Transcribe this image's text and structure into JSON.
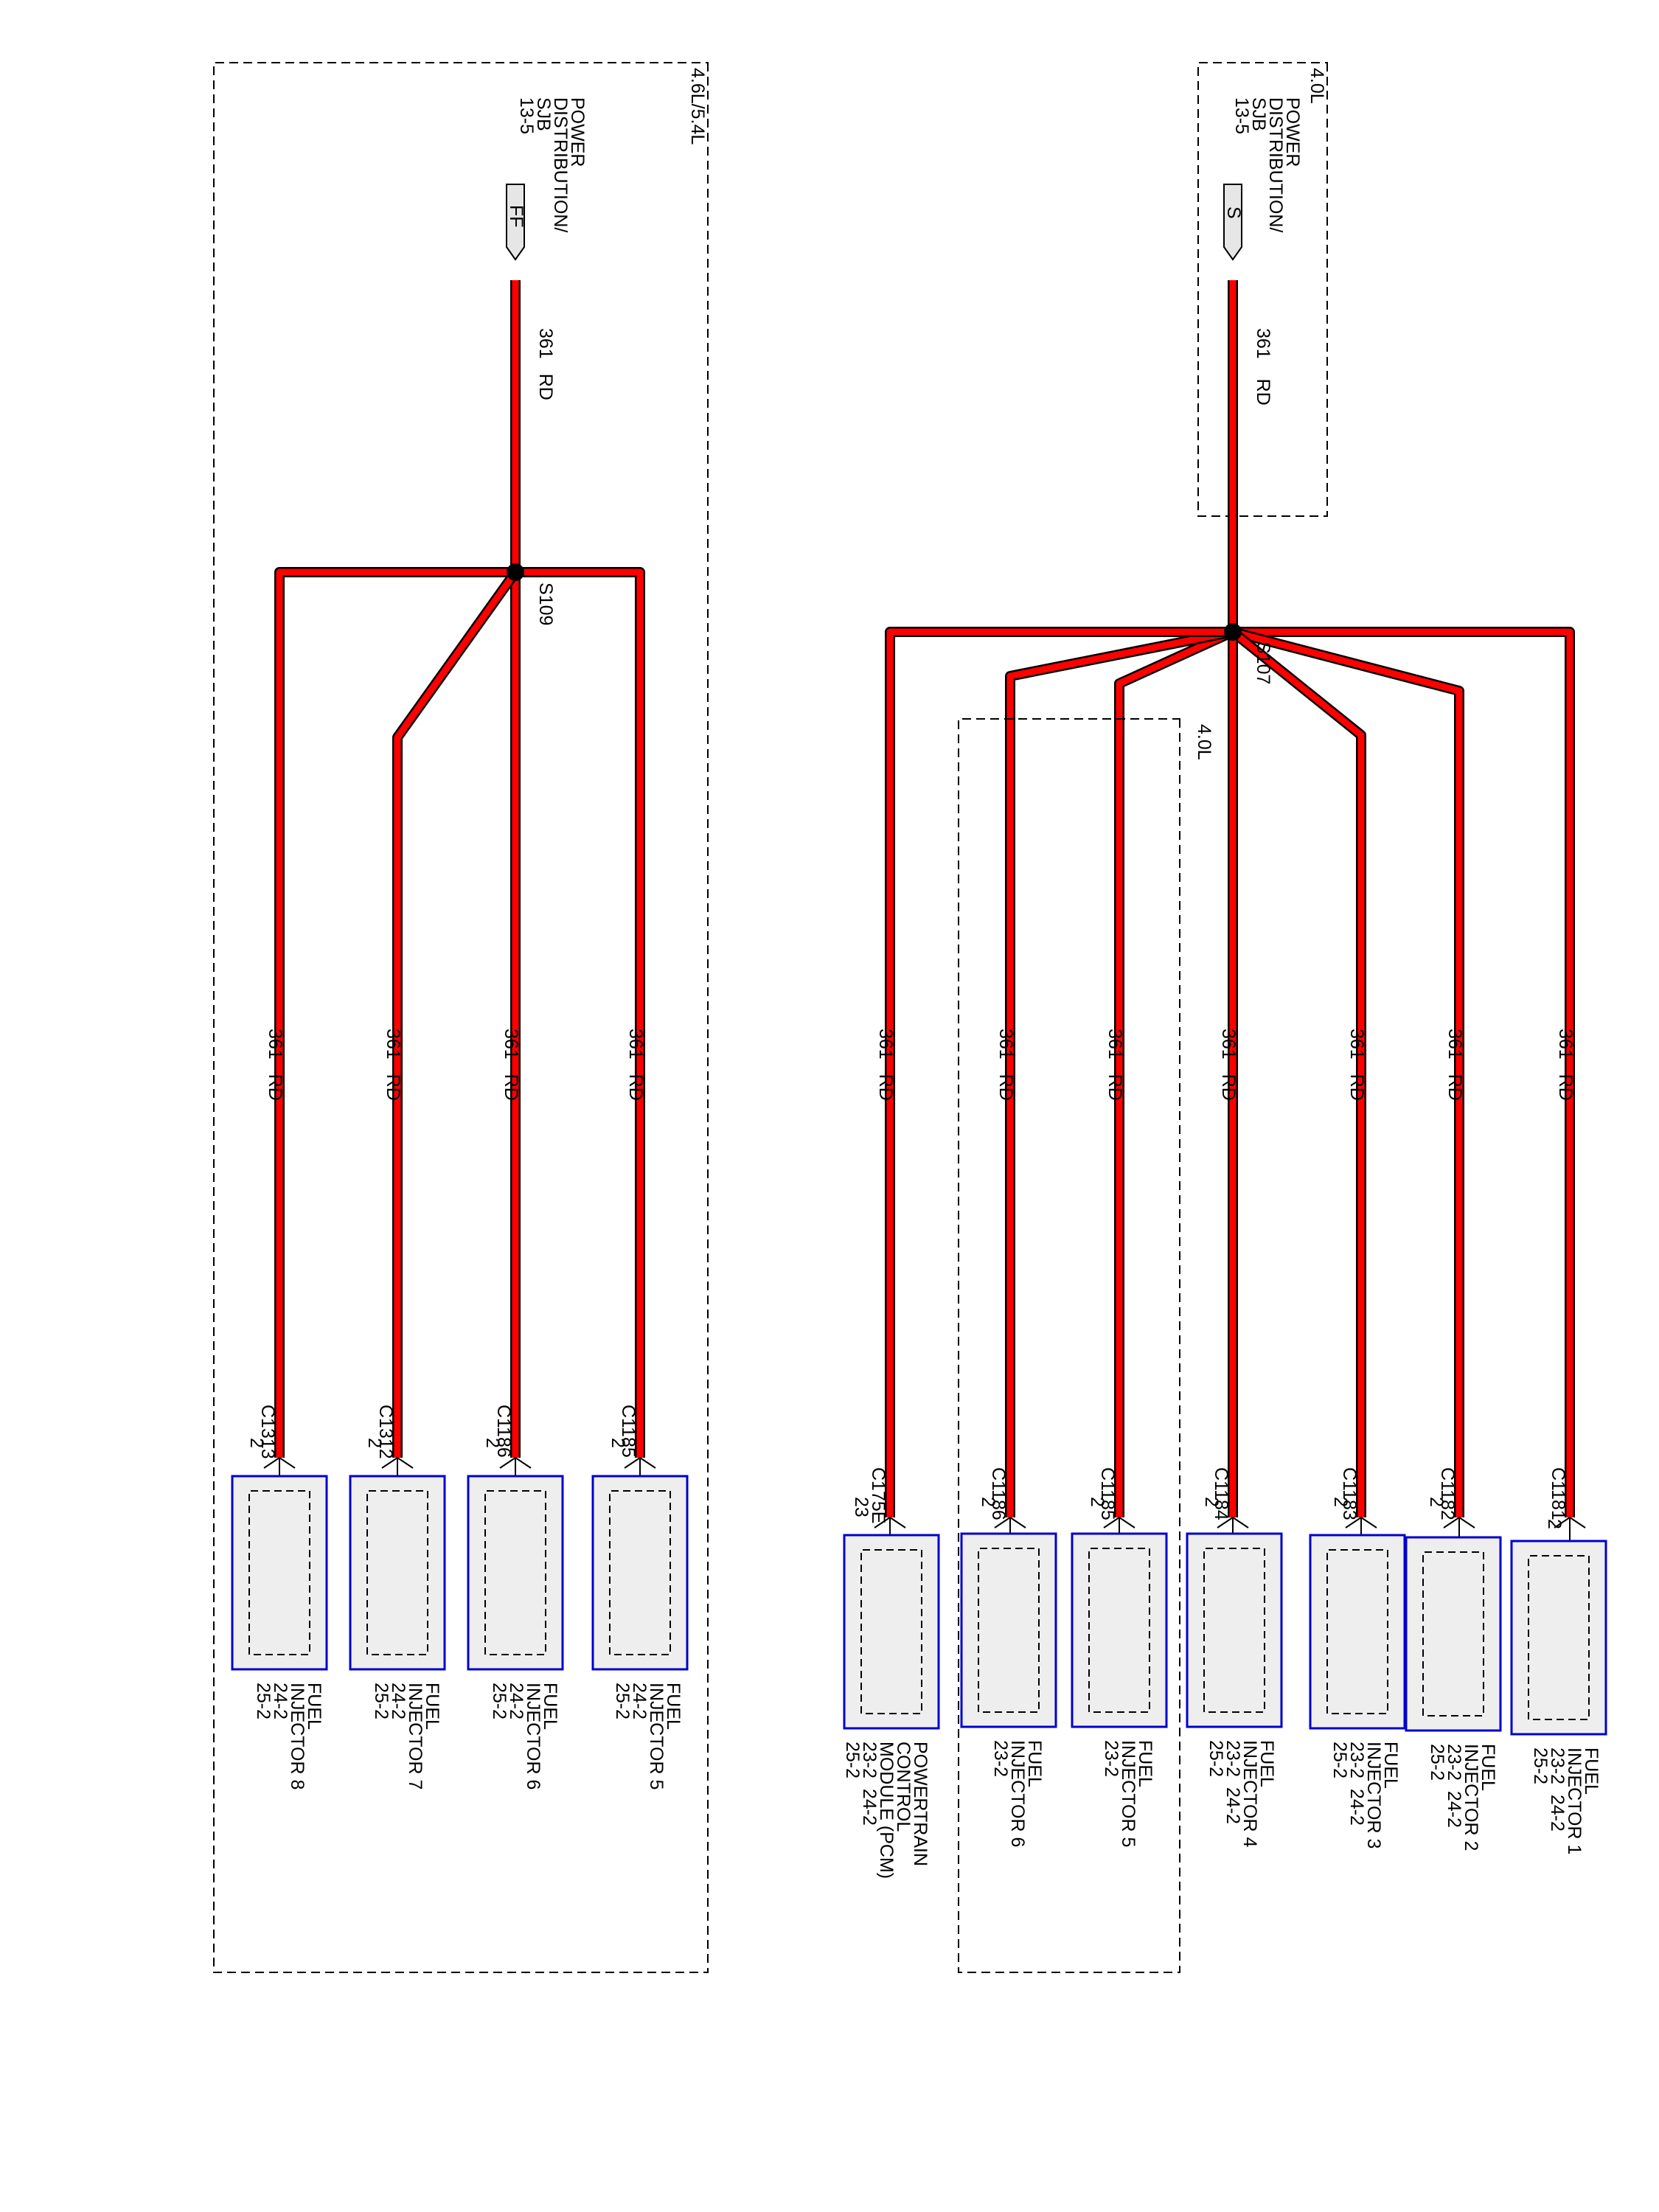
{
  "colors": {
    "wire": "#ff0000",
    "wire_outline": "#000000",
    "component_border": "#0000cc",
    "component_fill": "#eeeeee"
  },
  "wire_label": {
    "circuit": "361",
    "color_code": "RD"
  },
  "section_40": {
    "label": "4.0L",
    "source": {
      "pin": "S",
      "lines": [
        "POWER",
        "DISTRIBUTION/",
        "SJB",
        "13-5"
      ]
    },
    "splice": "S107",
    "inner_box_label": "4.0L",
    "branches": [
      {
        "connector": "C1181",
        "pin": "2",
        "lines": [
          "FUEL",
          "INJECTOR 1",
          "23-2  24-2",
          "25-2"
        ]
      },
      {
        "connector": "C1182",
        "pin": "2",
        "lines": [
          "FUEL",
          "INJECTOR 2",
          "23-2  24-2",
          "25-2"
        ]
      },
      {
        "connector": "C1183",
        "pin": "2",
        "lines": [
          "FUEL",
          "INJECTOR 3",
          "23-2  24-2",
          "25-2"
        ]
      },
      {
        "connector": "C1184",
        "pin": "2",
        "lines": [
          "FUEL",
          "INJECTOR 4",
          "23-2  24-2",
          "25-2"
        ]
      },
      {
        "connector": "C1185",
        "pin": "2",
        "lines": [
          "FUEL",
          "INJECTOR 5",
          "23-2"
        ]
      },
      {
        "connector": "C1186",
        "pin": "2",
        "lines": [
          "FUEL",
          "INJECTOR 6",
          "23-2"
        ]
      },
      {
        "connector": "C175E",
        "pin": "23",
        "lines": [
          "POWERTRAIN",
          "CONTROL",
          "MODULE (PCM)",
          "23-2  24-2",
          "25-2"
        ]
      }
    ]
  },
  "section_46": {
    "label": "4.6L/5.4L",
    "source": {
      "pin": "FF",
      "lines": [
        "POWER",
        "DISTRIBUTION/",
        "SJB",
        "13-5"
      ]
    },
    "splice": "S109",
    "branches": [
      {
        "connector": "C1185",
        "pin": "2",
        "lines": [
          "FUEL",
          "INJECTOR 5",
          "24-2",
          "25-2"
        ]
      },
      {
        "connector": "C1186",
        "pin": "2",
        "lines": [
          "FUEL",
          "INJECTOR 6",
          "24-2",
          "25-2"
        ]
      },
      {
        "connector": "C1312",
        "pin": "2",
        "lines": [
          "FUEL",
          "INJECTOR 7",
          "24-2",
          "25-2"
        ]
      },
      {
        "connector": "C1313",
        "pin": "2",
        "lines": [
          "FUEL",
          "INJECTOR 8",
          "24-2",
          "25-2"
        ]
      }
    ]
  }
}
